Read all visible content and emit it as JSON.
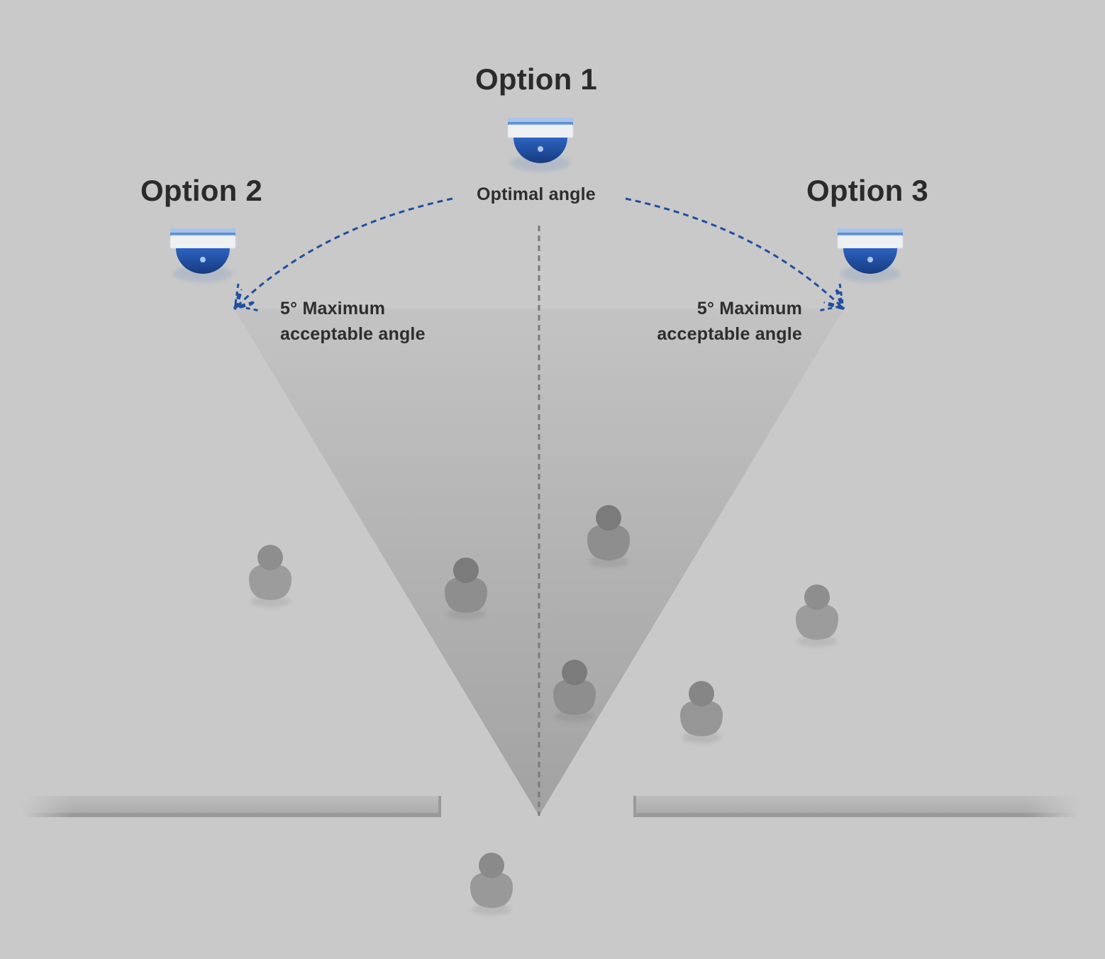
{
  "options": [
    {
      "id": "option1",
      "title": "Option 1"
    },
    {
      "id": "option2",
      "title": "Option 2"
    },
    {
      "id": "option3",
      "title": "Option 3"
    }
  ],
  "optimal_angle_label": "Optimal angle",
  "max_angle_left": {
    "line1": "5° Maximum",
    "line2": "acceptable angle"
  },
  "max_angle_right": {
    "line1": "5° Maximum",
    "line2": "acceptable angle"
  },
  "colors": {
    "background": "#c9c9c9",
    "camera_blue": "#1f4fa0",
    "camera_housing": "#e9ecef",
    "arc_dashed": "#1f4fa0",
    "person": "#8a8a8a"
  },
  "icons": {
    "camera": "dome-camera-icon",
    "person": "person-icon"
  }
}
